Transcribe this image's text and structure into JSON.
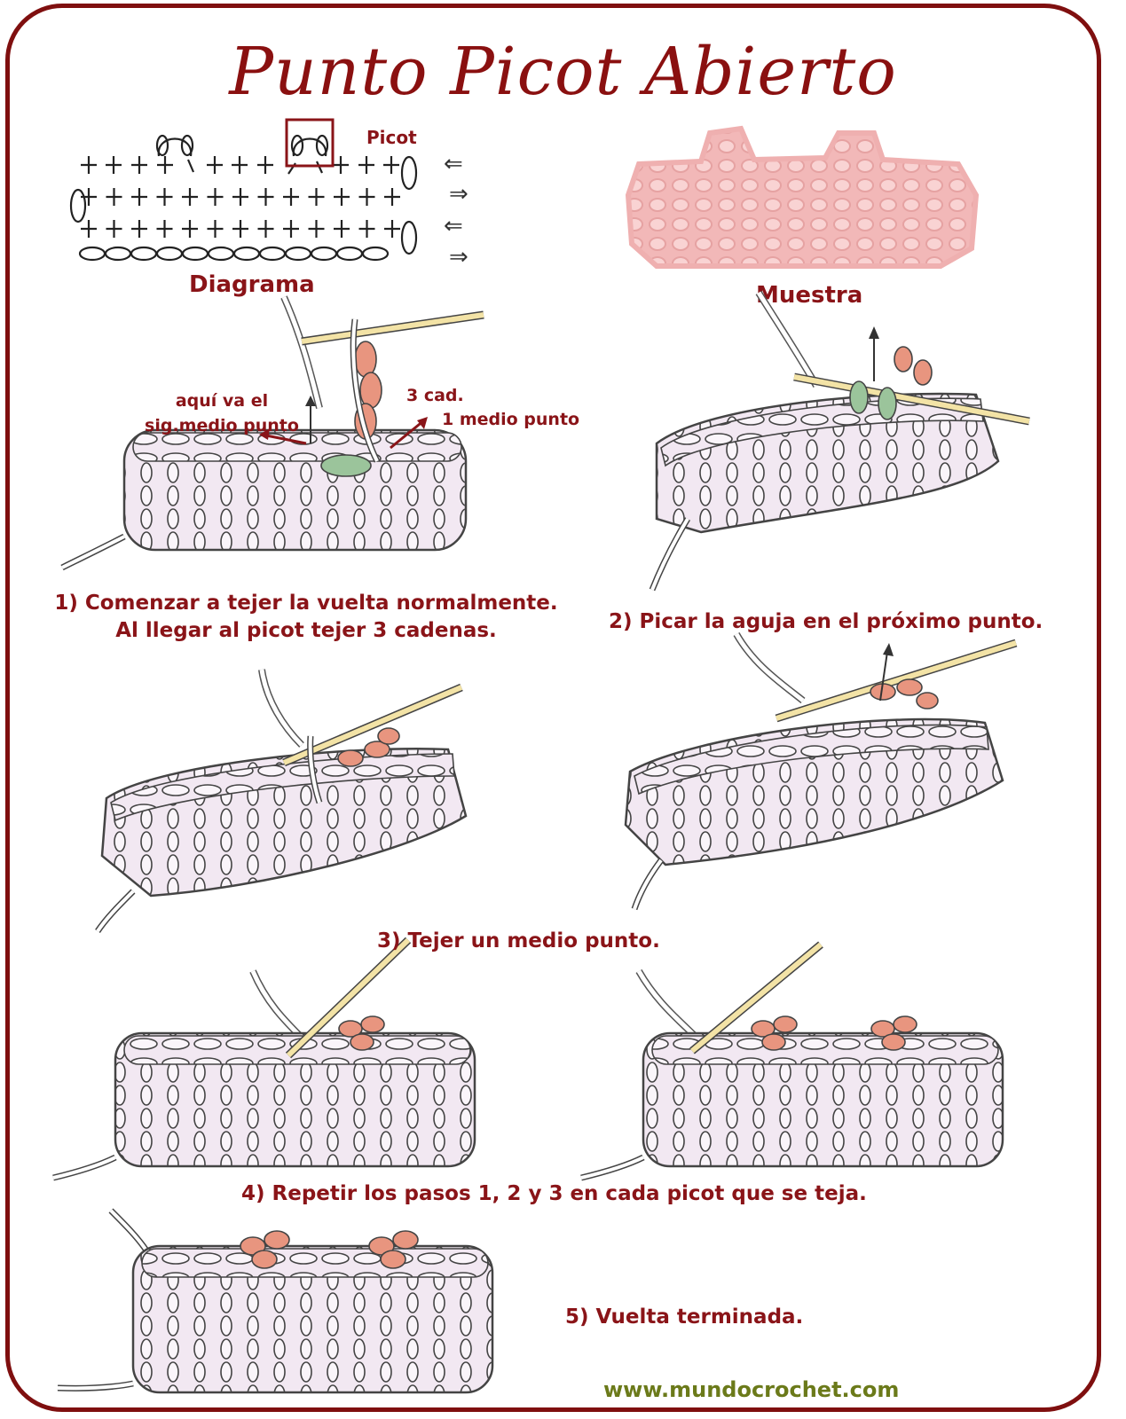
{
  "title": "Punto Picot Abierto",
  "diagram": {
    "picot_label": "Picot",
    "label": "Diagrama",
    "arrows": [
      "⇐",
      "⇒",
      "⇐",
      "⇒"
    ]
  },
  "sample": {
    "label": "Muestra"
  },
  "annotations": {
    "next_stitch_line1": "aquí va el",
    "next_stitch_line2": "sig.medio punto",
    "chains": "3 cad.",
    "single": "1 medio punto"
  },
  "steps": [
    {
      "line1": "1) Comenzar a tejer la vuelta normalmente.",
      "line2": "Al llegar al picot tejer 3 cadenas."
    },
    {
      "line1": "2) Picar la aguja en el próximo punto."
    },
    {
      "line1": "3) Tejer un medio punto."
    },
    {
      "line1": "4) Repetir los pasos 1, 2 y 3 en cada picot que se teja."
    },
    {
      "line1": "5) Vuelta terminada."
    }
  ],
  "website": "www.mundocrochet.com",
  "colors": {
    "frame": "#7f0f0f",
    "text": "#8a1418",
    "url": "#6b7a1a",
    "yarn": "#f0e6f0",
    "picot": "#e8957f",
    "hook": "#f3e3a6",
    "loop_green": "#9bc49b",
    "sample_pink": "#f6c6c6"
  }
}
